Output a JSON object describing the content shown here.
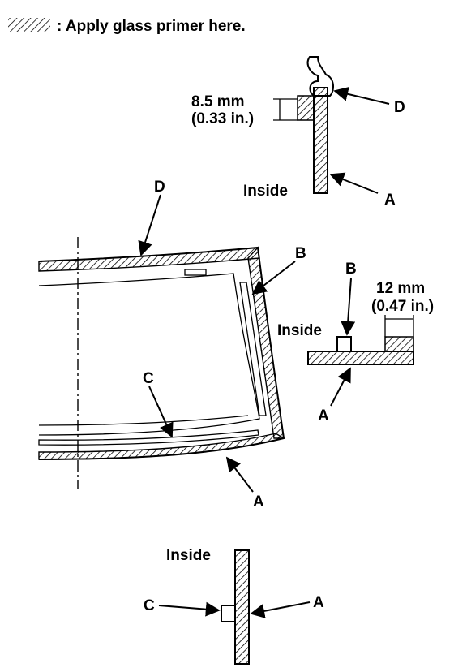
{
  "legend": {
    "text": ": Apply glass primer here."
  },
  "detail_top": {
    "dimension_mm": "8.5 mm",
    "dimension_in": "(0.33 in.)",
    "inside": "Inside",
    "callout_d": "D",
    "callout_a": "A"
  },
  "main_view": {
    "callout_d": "D",
    "callout_b": "B",
    "callout_c": "C",
    "callout_a": "A"
  },
  "detail_right": {
    "callout_b": "B",
    "dimension_mm": "12 mm",
    "dimension_in": "(0.47 in.)",
    "inside": "Inside",
    "callout_a": "A"
  },
  "detail_bottom": {
    "inside": "Inside",
    "callout_c": "C",
    "callout_a": "A"
  }
}
